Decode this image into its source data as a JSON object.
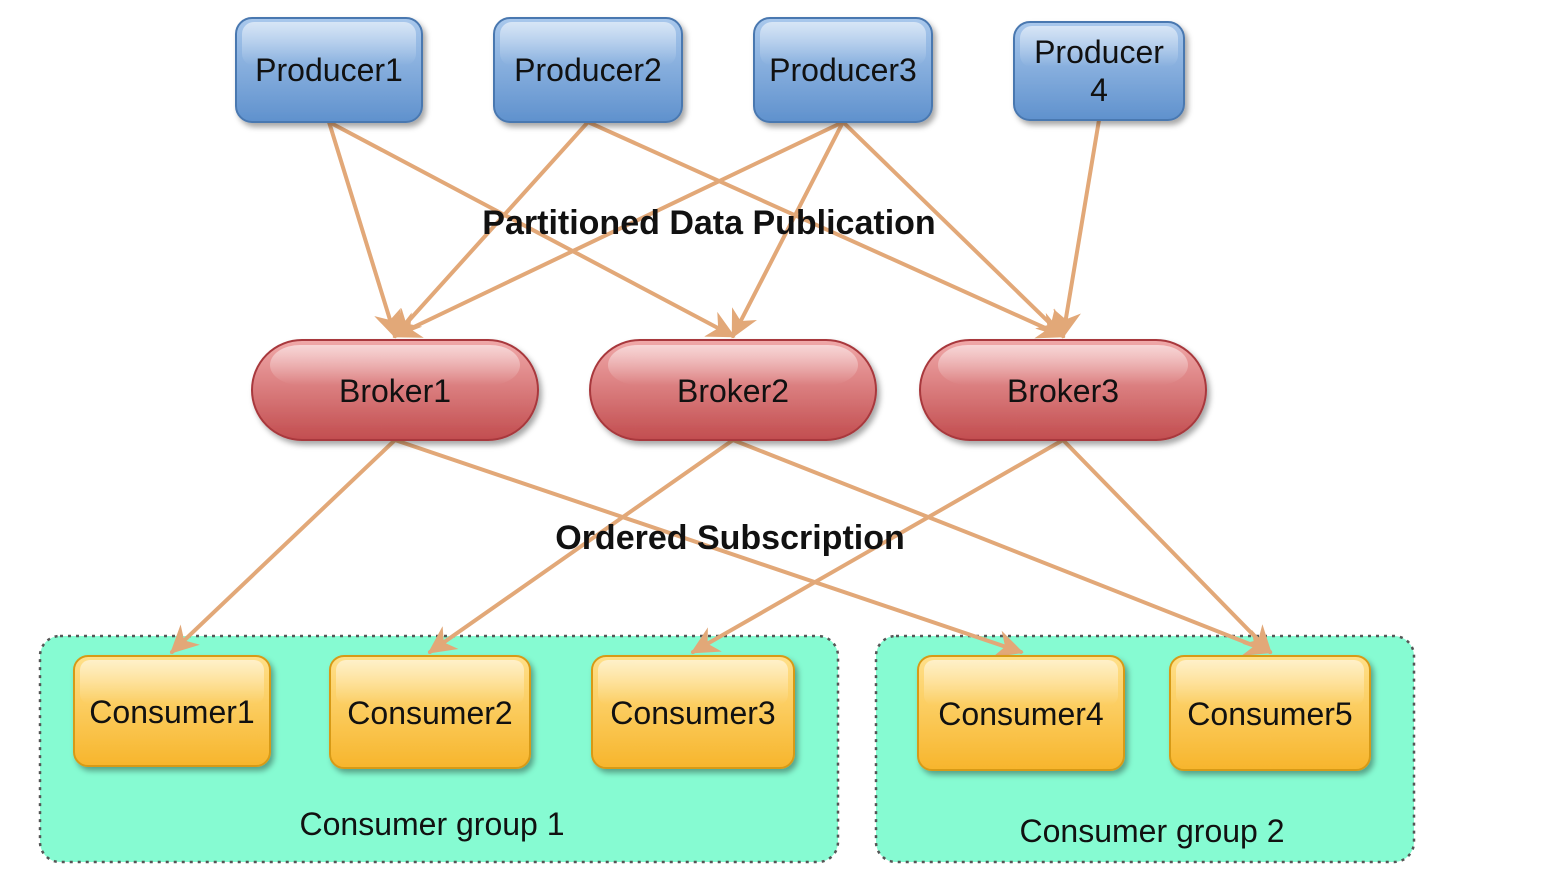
{
  "labels": {
    "publication": "Partitioned Data Publication",
    "subscription": "Ordered Subscription"
  },
  "producers": [
    {
      "id": "p1",
      "lines": [
        "Producer1"
      ]
    },
    {
      "id": "p2",
      "lines": [
        "Producer2"
      ]
    },
    {
      "id": "p3",
      "lines": [
        "Producer3"
      ]
    },
    {
      "id": "p4",
      "lines": [
        "Producer",
        "4"
      ]
    }
  ],
  "brokers": [
    {
      "id": "b1",
      "label": "Broker1"
    },
    {
      "id": "b2",
      "label": "Broker2"
    },
    {
      "id": "b3",
      "label": "Broker3"
    }
  ],
  "consumers": [
    {
      "id": "c1",
      "label": "Consumer1"
    },
    {
      "id": "c2",
      "label": "Consumer2"
    },
    {
      "id": "c3",
      "label": "Consumer3"
    },
    {
      "id": "c4",
      "label": "Consumer4"
    },
    {
      "id": "c5",
      "label": "Consumer5"
    }
  ],
  "groups": [
    {
      "id": "g1",
      "label": "Consumer group 1",
      "members": [
        "c1",
        "c2",
        "c3"
      ]
    },
    {
      "id": "g2",
      "label": "Consumer group 2",
      "members": [
        "c4",
        "c5"
      ]
    }
  ],
  "edges": [
    {
      "from": "p1",
      "to": "b1"
    },
    {
      "from": "p1",
      "to": "b2"
    },
    {
      "from": "p2",
      "to": "b1"
    },
    {
      "from": "p2",
      "to": "b3"
    },
    {
      "from": "p3",
      "to": "b1"
    },
    {
      "from": "p3",
      "to": "b2"
    },
    {
      "from": "p3",
      "to": "b3"
    },
    {
      "from": "p4",
      "to": "b3"
    },
    {
      "from": "b1",
      "to": "c1"
    },
    {
      "from": "b1",
      "to": "c4"
    },
    {
      "from": "b2",
      "to": "c2"
    },
    {
      "from": "b2",
      "to": "c5"
    },
    {
      "from": "b3",
      "to": "c3"
    },
    {
      "from": "b3",
      "to": "c5"
    }
  ],
  "colors": {
    "producer_fill_top": "#a9c8ec",
    "producer_fill_bottom": "#5f91cd",
    "producer_stroke": "#4a78b0",
    "broker_fill_top": "#f0a9a9",
    "broker_fill_bottom": "#c24d4f",
    "broker_stroke": "#a8393c",
    "consumer_fill_top": "#ffe08a",
    "consumer_fill_bottom": "#f7b52c",
    "consumer_stroke": "#d79a18",
    "group_fill": "#86fbd2",
    "group_stroke": "#555555",
    "edge": "#e2a878"
  }
}
